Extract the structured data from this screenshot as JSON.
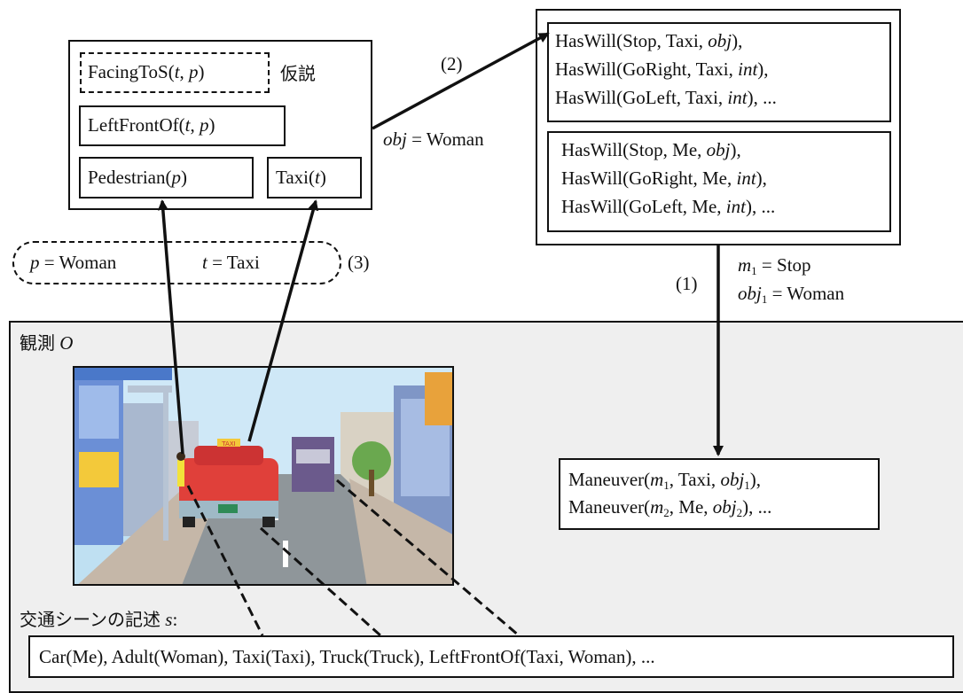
{
  "hypothesis": {
    "facing": "FacingToS(t, p)",
    "facing_parts": {
      "name": "FacingToS(",
      "a": "t",
      "sep": ", ",
      "b": "p",
      "end": ")"
    },
    "tag": "仮説",
    "leftfront_parts": {
      "name": "LeftFrontOf(",
      "a": "t",
      "sep": ", ",
      "b": "p",
      "end": ")"
    },
    "pedestrian_parts": {
      "name": "Pedestrian(",
      "a": "p",
      "end": ")"
    },
    "taxi_parts": {
      "name": "Taxi(",
      "a": "t",
      "end": ")"
    }
  },
  "will_taxi": {
    "l1_pre": "HasWill(Stop, Taxi, ",
    "l1_var": "obj",
    "l1_post": "),",
    "l2_pre": "HasWill(GoRight, Taxi, ",
    "l2_var": "int",
    "l2_post": "),",
    "l3_pre": "HasWill(GoLeft, Taxi, ",
    "l3_var": "int",
    "l3_post": "), ..."
  },
  "will_me": {
    "l1_pre": "HasWill(Stop, Me, ",
    "l1_var": "obj",
    "l1_post": "),",
    "l2_pre": "HasWill(GoRight, Me, ",
    "l2_var": "int",
    "l2_post": "),",
    "l3_pre": "HasWill(GoLeft, Me, ",
    "l3_var": "int",
    "l3_post": "), ..."
  },
  "edge2": {
    "label": "(2)",
    "binding_var": "obj",
    "binding_val": " = Woman"
  },
  "edge1": {
    "label": "(1)",
    "m": "m",
    "m_sub": "1",
    "m_val": " = Stop",
    "obj": "obj",
    "obj_sub": "1",
    "obj_val": " = Woman"
  },
  "edge3": {
    "label": "(3)",
    "p_var": "p",
    "p_val": " = Woman",
    "t_var": "t",
    "t_val": " = Taxi"
  },
  "observation": {
    "title": "観測",
    "var": "O"
  },
  "maneuver": {
    "l1_pre": "Maneuver(",
    "l1_m": "m",
    "l1_msub": "1",
    "l1_mid": ", Taxi, ",
    "l1_obj": "obj",
    "l1_objsub": "1",
    "l1_post": "),",
    "l2_pre": "Maneuver(",
    "l2_m": "m",
    "l2_msub": "2",
    "l2_mid": ", Me, ",
    "l2_obj": "obj",
    "l2_objsub": "2",
    "l2_post": "), ..."
  },
  "scene_desc": {
    "title": "交通シーンの記述",
    "var": "s",
    "colon": ":",
    "facts": "Car(Me), Adult(Woman), Taxi(Taxi), Truck(Truck), LeftFrontOf(Taxi, Woman), ..."
  },
  "scene_sign": "TAXI"
}
